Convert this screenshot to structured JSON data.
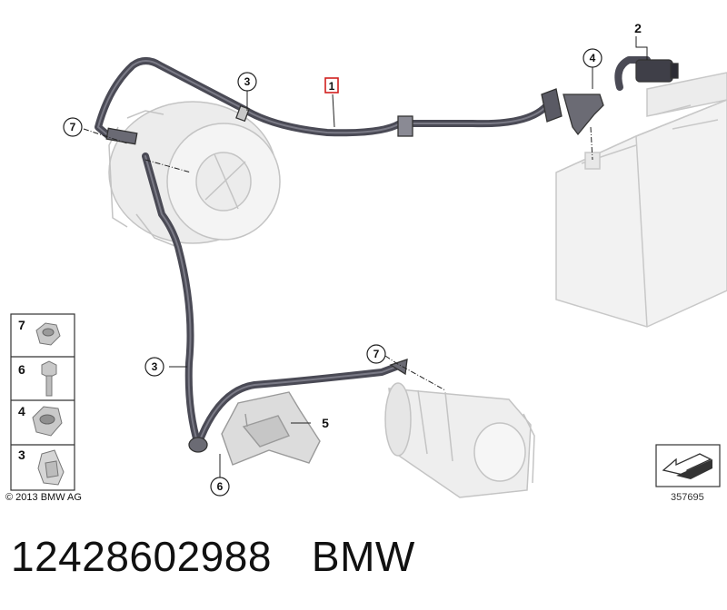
{
  "diagram": {
    "callouts": [
      "1",
      "2",
      "3",
      "3",
      "4",
      "5",
      "6",
      "7",
      "7"
    ],
    "legend": [
      "7",
      "6",
      "4",
      "3"
    ],
    "copyright": "© 2013 BMW AG",
    "drawing_number": "357695"
  },
  "footer": {
    "part_number": "12428602988",
    "brand": "BMW"
  },
  "colors": {
    "cable": "#4a4a55",
    "highlight_box": "#d0201e",
    "ghost_parts": "#d4d4d4"
  }
}
